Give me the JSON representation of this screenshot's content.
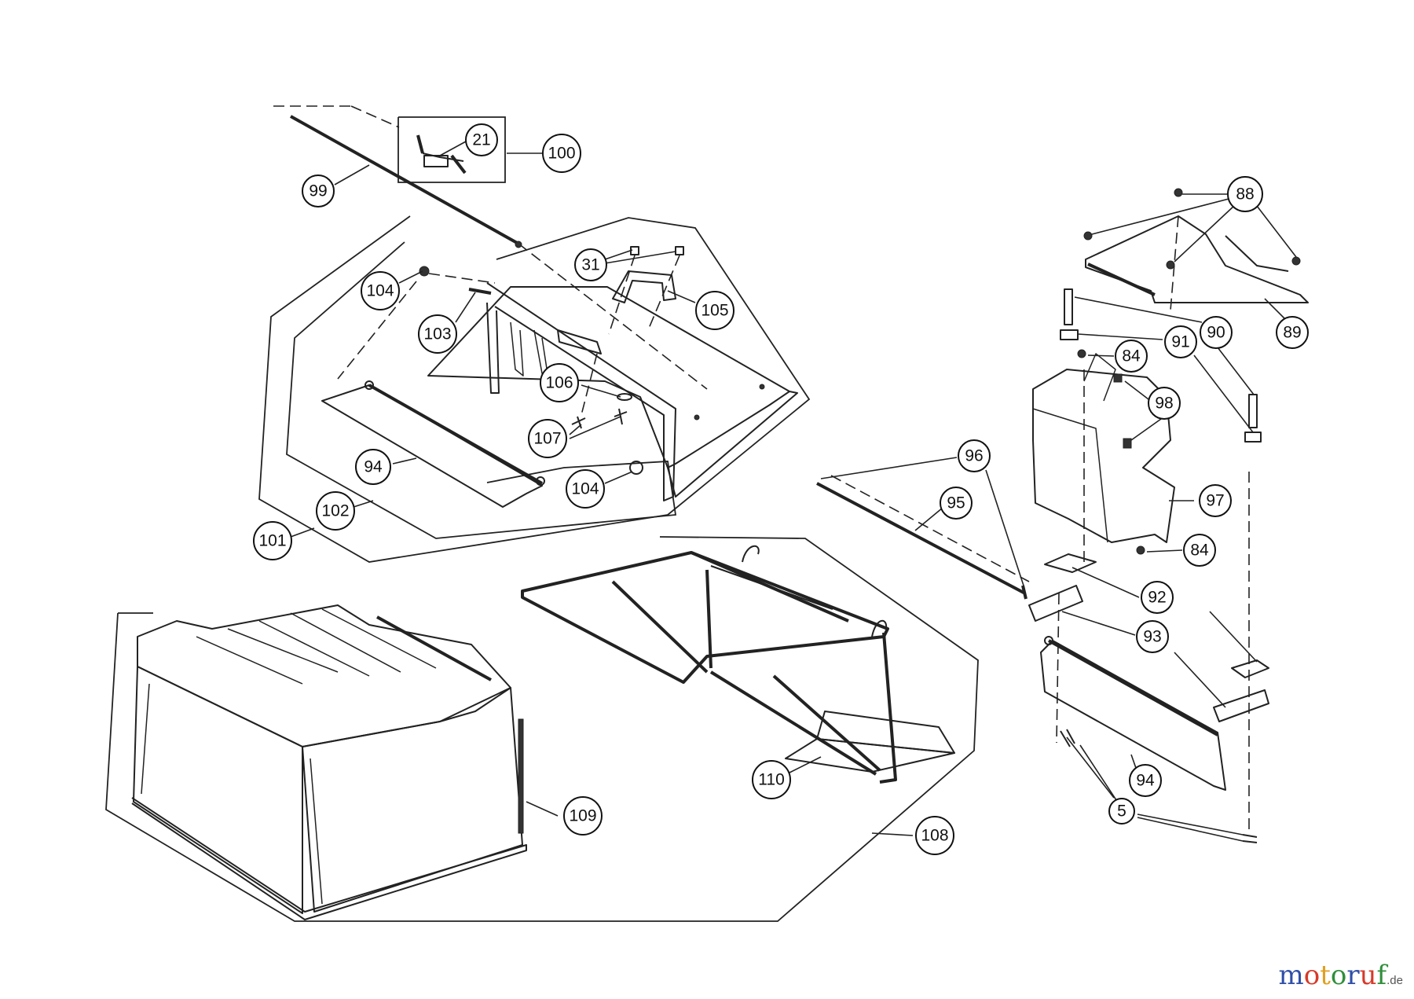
{
  "callouts": [
    {
      "id": "c21",
      "label": "21"
    },
    {
      "id": "c100",
      "label": "100"
    },
    {
      "id": "c99",
      "label": "99"
    },
    {
      "id": "c31",
      "label": "31"
    },
    {
      "id": "c104a",
      "label": "104"
    },
    {
      "id": "c105",
      "label": "105"
    },
    {
      "id": "c103",
      "label": "103"
    },
    {
      "id": "c106",
      "label": "106"
    },
    {
      "id": "c107",
      "label": "107"
    },
    {
      "id": "c94a",
      "label": "94"
    },
    {
      "id": "c104b",
      "label": "104"
    },
    {
      "id": "c102",
      "label": "102"
    },
    {
      "id": "c101",
      "label": "101"
    },
    {
      "id": "c88",
      "label": "88"
    },
    {
      "id": "c89",
      "label": "89"
    },
    {
      "id": "c90",
      "label": "90"
    },
    {
      "id": "c91",
      "label": "91"
    },
    {
      "id": "c84a",
      "label": "84"
    },
    {
      "id": "c98",
      "label": "98"
    },
    {
      "id": "c96",
      "label": "96"
    },
    {
      "id": "c95",
      "label": "95"
    },
    {
      "id": "c97",
      "label": "97"
    },
    {
      "id": "c84b",
      "label": "84"
    },
    {
      "id": "c92",
      "label": "92"
    },
    {
      "id": "c93",
      "label": "93"
    },
    {
      "id": "c94b",
      "label": "94"
    },
    {
      "id": "c5",
      "label": "5"
    },
    {
      "id": "c110",
      "label": "110"
    },
    {
      "id": "c109",
      "label": "109"
    },
    {
      "id": "c108",
      "label": "108"
    }
  ],
  "watermark": {
    "letters": [
      {
        "ch": "m",
        "color": "#2f4fa8"
      },
      {
        "ch": "o",
        "color": "#d63a2a"
      },
      {
        "ch": "t",
        "color": "#e0a020"
      },
      {
        "ch": "o",
        "color": "#2f8f3a"
      },
      {
        "ch": "r",
        "color": "#2f4fa8"
      },
      {
        "ch": "u",
        "color": "#d63a2a"
      },
      {
        "ch": "f",
        "color": "#2f8f3a"
      }
    ],
    "suffix": ".de"
  }
}
